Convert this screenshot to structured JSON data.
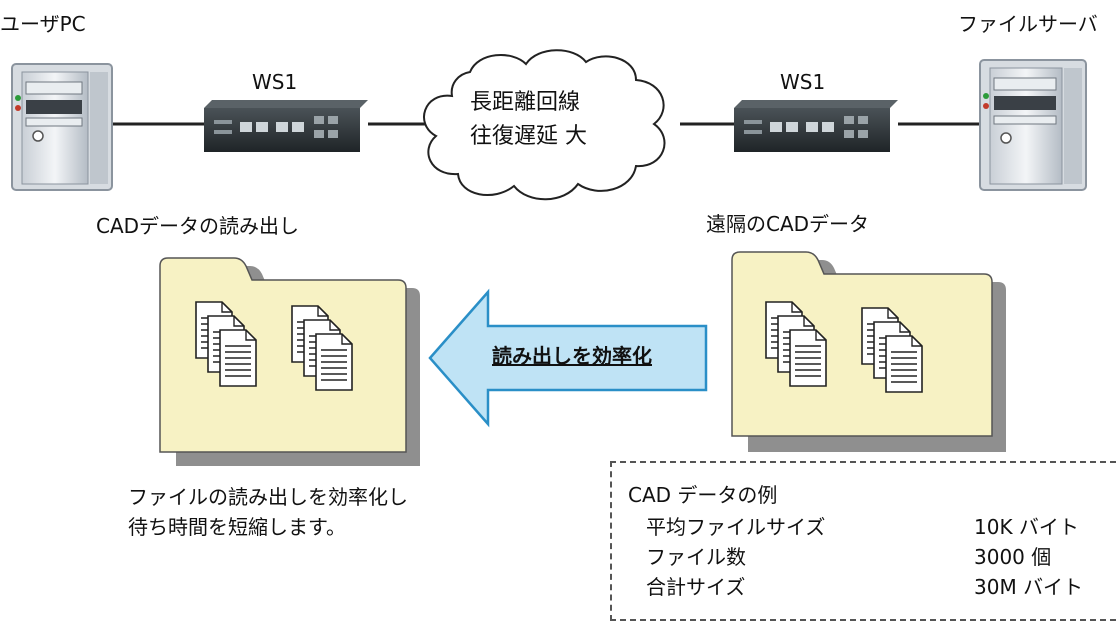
{
  "labels": {
    "user_pc": "ユーザPC",
    "file_server": "ファイルサーバ",
    "ws_left": "WS1",
    "ws_right": "WS1",
    "cloud_line1": "長距離回線",
    "cloud_line2": "往復遅延 大",
    "read_cad": "CADデータの読み出し",
    "remote_cad": "遠隔のCADデータ",
    "arrow": "読み出しを効率化",
    "caption_line1": "ファイルの読み出しを効率化し",
    "caption_line2": "待ち時間を短縮します。"
  },
  "example": {
    "title": "CAD データの例",
    "rows": [
      {
        "label": "平均ファイルサイズ",
        "value": "10K バイト"
      },
      {
        "label": "ファイル数",
        "value": "3000 個"
      },
      {
        "label": "合計サイズ",
        "value": "30M バイト"
      }
    ]
  },
  "colors": {
    "folder_fill": "#f7f2c4",
    "folder_stroke": "#555555",
    "arrow_fill": "#bfe3f5",
    "arrow_stroke": "#2a8fc7",
    "device_dark": "#2e3438"
  }
}
